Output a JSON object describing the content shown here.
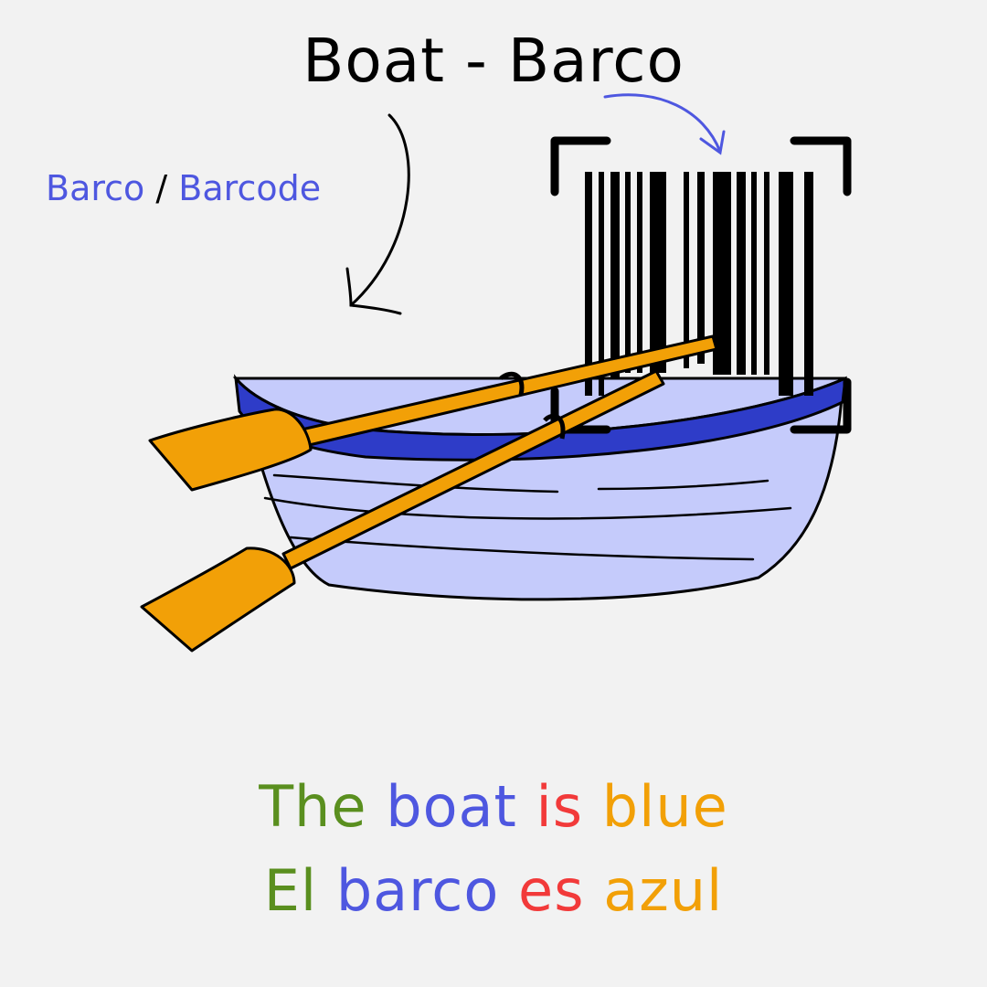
{
  "title": "Boat - Barco",
  "pun": {
    "word1": "Barco",
    "separator": "/",
    "word2": "Barcode"
  },
  "sentences": [
    {
      "words": [
        {
          "text": "The",
          "color": "#5a8f1f"
        },
        {
          "text": "boat",
          "color": "#4e57e0"
        },
        {
          "text": "is",
          "color": "#f23a3a"
        },
        {
          "text": "blue",
          "color": "#f2a007"
        }
      ]
    },
    {
      "words": [
        {
          "text": "El",
          "color": "#5a8f1f"
        },
        {
          "text": "barco",
          "color": "#4e57e0"
        },
        {
          "text": "es",
          "color": "#f23a3a"
        },
        {
          "text": "azul",
          "color": "#f2a007"
        }
      ]
    }
  ],
  "colors": {
    "background": "#f2f2f2",
    "boat_body": "#c5cbfb",
    "boat_rim": "#2e3cc8",
    "oar": "#f2a007",
    "pun_text": "#4e57e0"
  },
  "icons": [
    "curved-arrow-icon",
    "barcode-icon",
    "boat-illustration",
    "oar-icon"
  ]
}
